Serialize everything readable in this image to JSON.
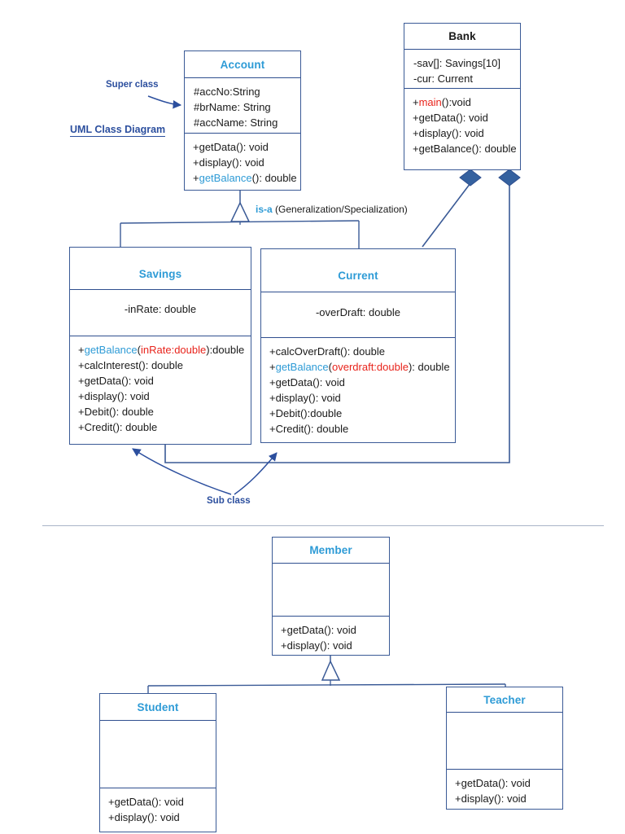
{
  "page": {
    "title": "UML Class Diagram",
    "divider_label": "section-divider"
  },
  "colors": {
    "class_name_blue": "#2e9bd6",
    "border_blue": "#3a5a96",
    "annotation_blue": "#2c4f9e",
    "highlight_red": "#e8231b",
    "text_dark": "#1a1a1a",
    "background": "#ffffff"
  },
  "annotations": {
    "diagram_title": "UML Class Diagram",
    "super_class": "Super class",
    "sub_class": "Sub class",
    "is_a_keyword": "is-a",
    "is_a_detail": "(Generalization/Specialization)"
  },
  "classes": {
    "account": {
      "name": "Account",
      "name_color": "blue",
      "attributes": [
        "#accNo:String",
        "#brName: String",
        "#accName: String"
      ],
      "operations": [
        [
          {
            "t": "+getData(): void",
            "c": "dark"
          }
        ],
        [
          {
            "t": "+display(): void",
            "c": "dark"
          }
        ],
        [
          {
            "t": "+",
            "c": "dark"
          },
          {
            "t": "getBalance",
            "c": "blue"
          },
          {
            "t": "(): double",
            "c": "dark"
          }
        ]
      ]
    },
    "bank": {
      "name": "Bank",
      "name_color": "dark",
      "attributes": [
        "-sav[]: Savings[10]",
        "-cur: Current"
      ],
      "operations": [
        [
          {
            "t": "+",
            "c": "dark"
          },
          {
            "t": "main",
            "c": "red"
          },
          {
            "t": "():void",
            "c": "dark"
          }
        ],
        [
          {
            "t": "+getData(): void",
            "c": "dark"
          }
        ],
        [
          {
            "t": "+display(): void",
            "c": "dark"
          }
        ],
        [
          {
            "t": "+getBalance(): double",
            "c": "dark"
          }
        ]
      ]
    },
    "savings": {
      "name": "Savings",
      "name_color": "blue",
      "attributes": [
        "-inRate: double"
      ],
      "operations": [
        [
          {
            "t": "+",
            "c": "dark"
          },
          {
            "t": "getBalance",
            "c": "blue"
          },
          {
            "t": "(",
            "c": "dark"
          },
          {
            "t": "inRate:double",
            "c": "red"
          },
          {
            "t": "):double",
            "c": "dark"
          }
        ],
        [
          {
            "t": "+calcInterest(): double",
            "c": "dark"
          }
        ],
        [
          {
            "t": "+getData(): void",
            "c": "dark"
          }
        ],
        [
          {
            "t": "+display(): void",
            "c": "dark"
          }
        ],
        [
          {
            "t": "+Debit(): double",
            "c": "dark"
          }
        ],
        [
          {
            "t": "+Credit(): double",
            "c": "dark"
          }
        ]
      ]
    },
    "current": {
      "name": "Current",
      "name_color": "blue",
      "attributes": [
        "-overDraft: double"
      ],
      "operations": [
        [
          {
            "t": "+calcOverDraft(): double",
            "c": "dark"
          }
        ],
        [
          {
            "t": "+",
            "c": "dark"
          },
          {
            "t": "getBalance",
            "c": "blue"
          },
          {
            "t": "(",
            "c": "dark"
          },
          {
            "t": "overdraft:double",
            "c": "red"
          },
          {
            "t": "): double",
            "c": "dark"
          }
        ],
        [
          {
            "t": "+getData(): void",
            "c": "dark"
          }
        ],
        [
          {
            "t": "+display(): void",
            "c": "dark"
          }
        ],
        [
          {
            "t": "+Debit():double",
            "c": "dark"
          }
        ],
        [
          {
            "t": "+Credit(): double",
            "c": "dark"
          }
        ]
      ]
    },
    "member": {
      "name": "Member",
      "name_color": "blue",
      "attributes": [],
      "operations": [
        [
          {
            "t": "+getData(): void",
            "c": "dark"
          }
        ],
        [
          {
            "t": "+display(): void",
            "c": "dark"
          }
        ]
      ]
    },
    "student": {
      "name": "Student",
      "name_color": "blue",
      "attributes": [],
      "operations": [
        [
          {
            "t": "+getData(): void",
            "c": "dark"
          }
        ],
        [
          {
            "t": "+display(): void",
            "c": "dark"
          }
        ]
      ]
    },
    "teacher": {
      "name": "Teacher",
      "name_color": "blue",
      "attributes": [],
      "operations": [
        [
          {
            "t": "+getData(): void",
            "c": "dark"
          }
        ],
        [
          {
            "t": "+display(): void",
            "c": "dark"
          }
        ]
      ]
    }
  },
  "relationships": [
    {
      "kind": "generalization",
      "from": "Savings",
      "to": "Account"
    },
    {
      "kind": "generalization",
      "from": "Current",
      "to": "Account"
    },
    {
      "kind": "composition",
      "from": "Bank",
      "to": "Current"
    },
    {
      "kind": "composition",
      "from": "Bank",
      "to": "Savings"
    },
    {
      "kind": "generalization",
      "from": "Student",
      "to": "Member"
    },
    {
      "kind": "generalization",
      "from": "Teacher",
      "to": "Member"
    }
  ]
}
